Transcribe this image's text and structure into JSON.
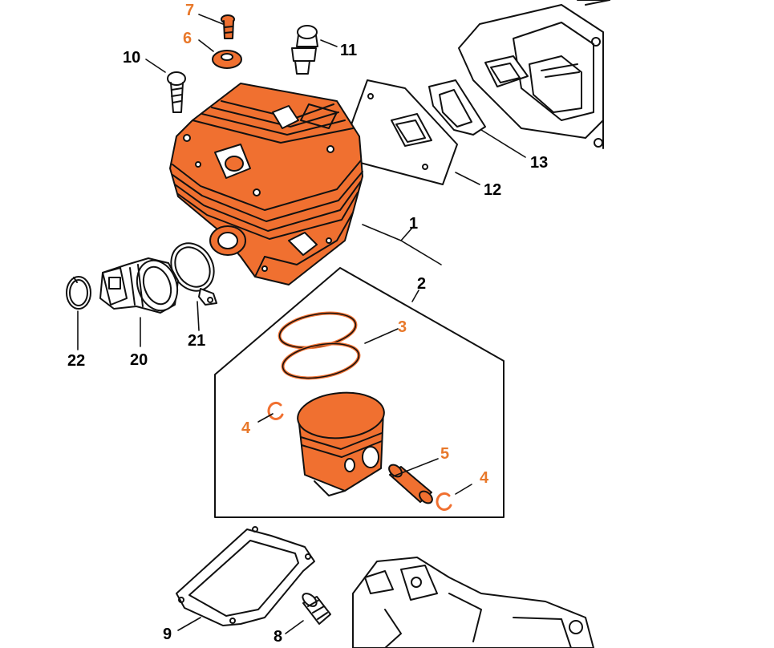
{
  "colors": {
    "highlight": "#f07030",
    "label_highlight": "#e8782a",
    "line": "#111111",
    "paper": "#ffffff"
  },
  "callouts": [
    {
      "id": "c1",
      "text": "1",
      "highlighted": false
    },
    {
      "id": "c2",
      "text": "2",
      "highlighted": false
    },
    {
      "id": "c3",
      "text": "3",
      "highlighted": true
    },
    {
      "id": "c4a",
      "text": "4",
      "highlighted": true
    },
    {
      "id": "c4b",
      "text": "4",
      "highlighted": true
    },
    {
      "id": "c5",
      "text": "5",
      "highlighted": true
    },
    {
      "id": "c6",
      "text": "6",
      "highlighted": true
    },
    {
      "id": "c7",
      "text": "7",
      "highlighted": true
    },
    {
      "id": "c8",
      "text": "8",
      "highlighted": false
    },
    {
      "id": "c9",
      "text": "9",
      "highlighted": false
    },
    {
      "id": "c10",
      "text": "10",
      "highlighted": false
    },
    {
      "id": "c11",
      "text": "11",
      "highlighted": false
    },
    {
      "id": "c12",
      "text": "12",
      "highlighted": false
    },
    {
      "id": "c13",
      "text": "13",
      "highlighted": false
    },
    {
      "id": "c20",
      "text": "20",
      "highlighted": false
    },
    {
      "id": "c21",
      "text": "21",
      "highlighted": false
    },
    {
      "id": "c22",
      "text": "22",
      "highlighted": false
    }
  ]
}
